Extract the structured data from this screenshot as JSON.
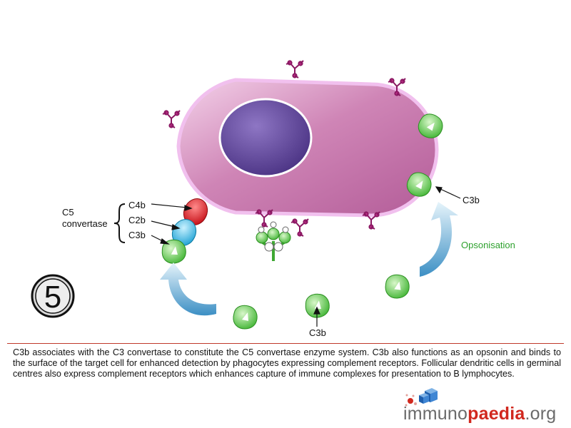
{
  "diagram": {
    "step_number": "5",
    "labels": {
      "c4b": "C4b",
      "c2b": "C2b",
      "c3b_complex": "C3b",
      "c5_line1": "C5",
      "c5_line2": "convertase",
      "c3b_right": "C3b",
      "c3b_bottom": "C3b",
      "opsonisation": "Opsonisation"
    },
    "colors": {
      "cell_membrane": "#e6a6e6",
      "cell_fill": "#c06aa6",
      "nucleus": "#5b3f8e",
      "c4b": "#e0242a",
      "c2b": "#3cb8e0",
      "c3b": "#5cc94e",
      "antigen": "#b0207a",
      "arrow": "#6aaed0",
      "opsonisation_text": "#2ea12e"
    }
  },
  "caption": "C3b associates with the C3 convertase to constitute the C5 convertase enzyme system. C3b also functions as an opsonin and binds to the surface of the target cell for enhanced detection by phagocytes expressing complement receptors. Follicular dendritic cells in germinal centres also express complement receptors which enhances capture of immune complexes for presentation to B lymphocytes.",
  "logo": {
    "part1": "immuno",
    "part2": "paedia",
    "part3": ".org"
  }
}
